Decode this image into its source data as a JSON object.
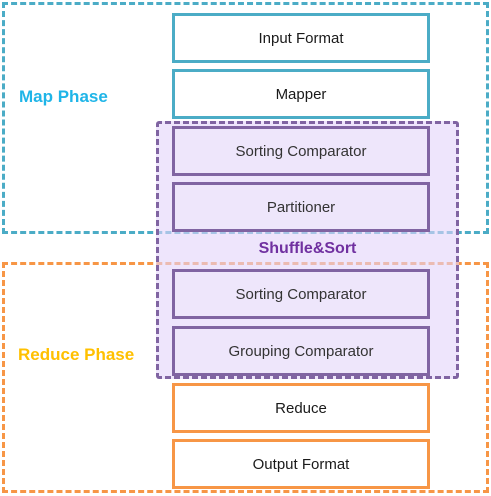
{
  "colors": {
    "map": "#4bacc6",
    "map_label": "#1fb5e8",
    "shuffle": "#8064a2",
    "shuffle_label": "#7030a0",
    "reduce": "#f79646",
    "reduce_label": "#ffc000"
  },
  "regions": {
    "map": "Map Phase",
    "shuffle": "Shuffle&Sort",
    "reduce": "Reduce Phase"
  },
  "boxes": {
    "input_format": "Input Format",
    "mapper": "Mapper",
    "sorting_comparator_1": "Sorting Comparator",
    "partitioner": "Partitioner",
    "sorting_comparator_2": "Sorting Comparator",
    "grouping_comparator": "Grouping Comparator",
    "reduce": "Reduce",
    "output_format": "Output Format"
  }
}
